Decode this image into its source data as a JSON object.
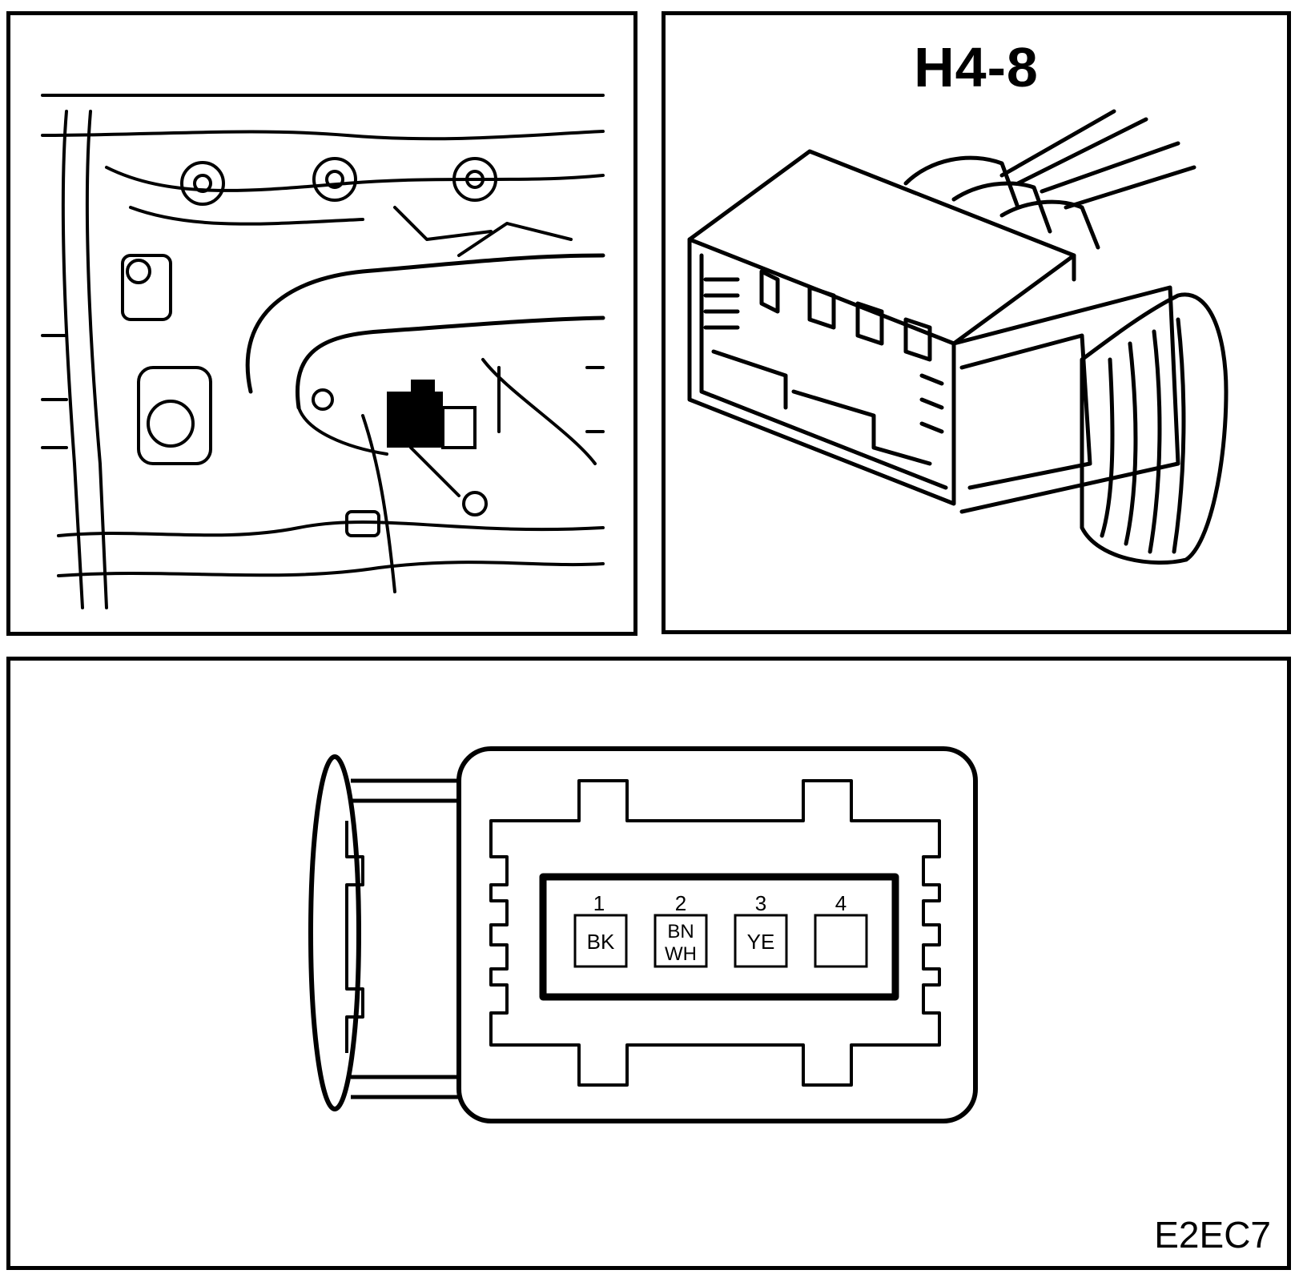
{
  "connector": {
    "label": "H4-8"
  },
  "pins": [
    {
      "number": "1",
      "wire": [
        "BK"
      ]
    },
    {
      "number": "2",
      "wire": [
        "BN",
        "WH"
      ]
    },
    {
      "number": "3",
      "wire": [
        "YE"
      ]
    },
    {
      "number": "4",
      "wire": []
    }
  ],
  "figure": {
    "id": "E2EC7"
  },
  "colors": {
    "line": "#000000",
    "background": "#ffffff",
    "highlight": "#000000"
  }
}
